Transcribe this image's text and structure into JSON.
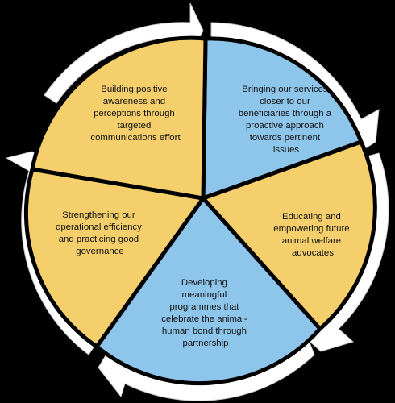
{
  "diagram": {
    "colors": {
      "background": "#000000",
      "yellow": "#f4cf6b",
      "blue": "#8ec5eb",
      "arrow": "#ffffff",
      "arrow_stroke": "#c9c9c9",
      "text": "#111111"
    },
    "segments": [
      {
        "id": "top-right",
        "color": "blue",
        "lines": [
          "Bringing our services",
          "closer to our",
          "beneficiaries through a",
          "proactive approach",
          "towards pertinent",
          "issues"
        ]
      },
      {
        "id": "right",
        "color": "yellow",
        "lines": [
          "Educating and",
          "empowering future",
          "animal welfare",
          "advocates"
        ]
      },
      {
        "id": "bottom",
        "color": "blue",
        "lines": [
          "Developing",
          "meaningful",
          "programmes that",
          "celebrate the animal-",
          "human bond through",
          "partnership"
        ]
      },
      {
        "id": "left",
        "color": "yellow",
        "lines": [
          "Strengthening our",
          "operational efficiency",
          "and practicing good",
          "governance"
        ]
      },
      {
        "id": "top-left",
        "color": "yellow",
        "lines": [
          "Building positive",
          "awareness and",
          "perceptions through",
          "targeted",
          "communications effort"
        ]
      }
    ]
  }
}
